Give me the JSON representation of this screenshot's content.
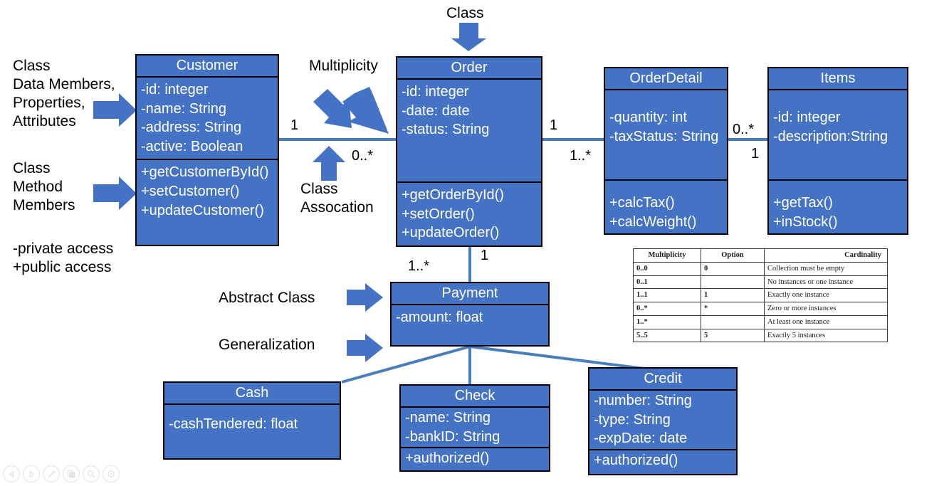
{
  "diagram": {
    "title_note": "Class",
    "classes": [
      {
        "id": "customer",
        "name": "Customer",
        "attributes": [
          "-id: integer",
          "-name: String",
          "-address: String",
          "-active: Boolean"
        ],
        "methods": [
          "+getCustomerById()",
          "+setCustomer()",
          "+updateCustomer()"
        ]
      },
      {
        "id": "order",
        "name": "Order",
        "attributes": [
          "-id: integer",
          "-date: date",
          "-status: String"
        ],
        "methods": [
          "+getOrderById()",
          "+setOrder()",
          "+updateOrder()"
        ]
      },
      {
        "id": "orderdetail",
        "name": "OrderDetail",
        "attributes": [
          "-quantity: int",
          "-taxStatus: String"
        ],
        "methods": [
          "+calcTax()",
          "+calcWeight()"
        ]
      },
      {
        "id": "items",
        "name": "Items",
        "attributes": [
          "-id: integer",
          "-description:String"
        ],
        "methods": [
          "+getTax()",
          "+inStock()"
        ]
      },
      {
        "id": "payment",
        "name": "Payment",
        "attributes": [
          "-amount: float"
        ],
        "methods": []
      },
      {
        "id": "cash",
        "name": "Cash",
        "attributes": [
          "-cashTendered: float"
        ],
        "methods": []
      },
      {
        "id": "check",
        "name": "Check",
        "attributes": [
          "-name: String",
          "-bankID: String"
        ],
        "methods": [
          "+authorized()"
        ]
      },
      {
        "id": "credit",
        "name": "Credit",
        "attributes": [
          "-number: String",
          "-type: String",
          "-expDate: date"
        ],
        "methods": [
          "+authorized()"
        ]
      }
    ],
    "annotations": {
      "class_top": "Class",
      "data_members": "Class\nData Members,\nProperties,\nAttributes",
      "method_members": "Class\nMethod\nMembers",
      "access_legend": "-private access\n+public access",
      "multiplicity": "Multiplicity",
      "class_association": "Class\nAssocation",
      "abstract_class": "Abstract Class",
      "generalization": "Generalization"
    },
    "multiplicity_labels": {
      "customer_order_left": "1",
      "customer_order_right": "0..*",
      "order_orderdetail_left": "1",
      "order_orderdetail_right": "1..*",
      "orderdetail_items_top": "0..*",
      "orderdetail_items_bottom": "1",
      "order_payment_right": "1",
      "order_payment_left": "1..*"
    },
    "colors": {
      "class_fill": "#4472C4",
      "class_border": "#000000",
      "class_text": "#FFFFFF",
      "connector": "#4A7EBB",
      "arrow_fill": "#4472C4",
      "note_text": "#000000",
      "background": "#FFFFFF"
    }
  },
  "reference_table": {
    "headers": [
      "Multiplicity",
      "Option",
      "Cardinality"
    ],
    "rows": [
      [
        "0..0",
        "0",
        "Collection must be empty"
      ],
      [
        "0..1",
        "",
        "No instances or one instance"
      ],
      [
        "1..1",
        "1",
        "Exactly one instance"
      ],
      [
        "0..*",
        "*",
        "Zero or more instances"
      ],
      [
        "1..*",
        "",
        "At least one instance"
      ],
      [
        "5..5",
        "5",
        "Exactly 5 instances"
      ]
    ]
  },
  "toolbar": {
    "buttons": [
      {
        "name": "previous-icon",
        "label": "Previous"
      },
      {
        "name": "next-icon",
        "label": "Next"
      },
      {
        "name": "edit-pen-icon",
        "label": "Edit"
      },
      {
        "name": "copy-icon",
        "label": "Copy"
      },
      {
        "name": "zoom-in-icon",
        "label": "Zoom in"
      },
      {
        "name": "zoom-out-icon",
        "label": "Zoom out"
      }
    ]
  }
}
